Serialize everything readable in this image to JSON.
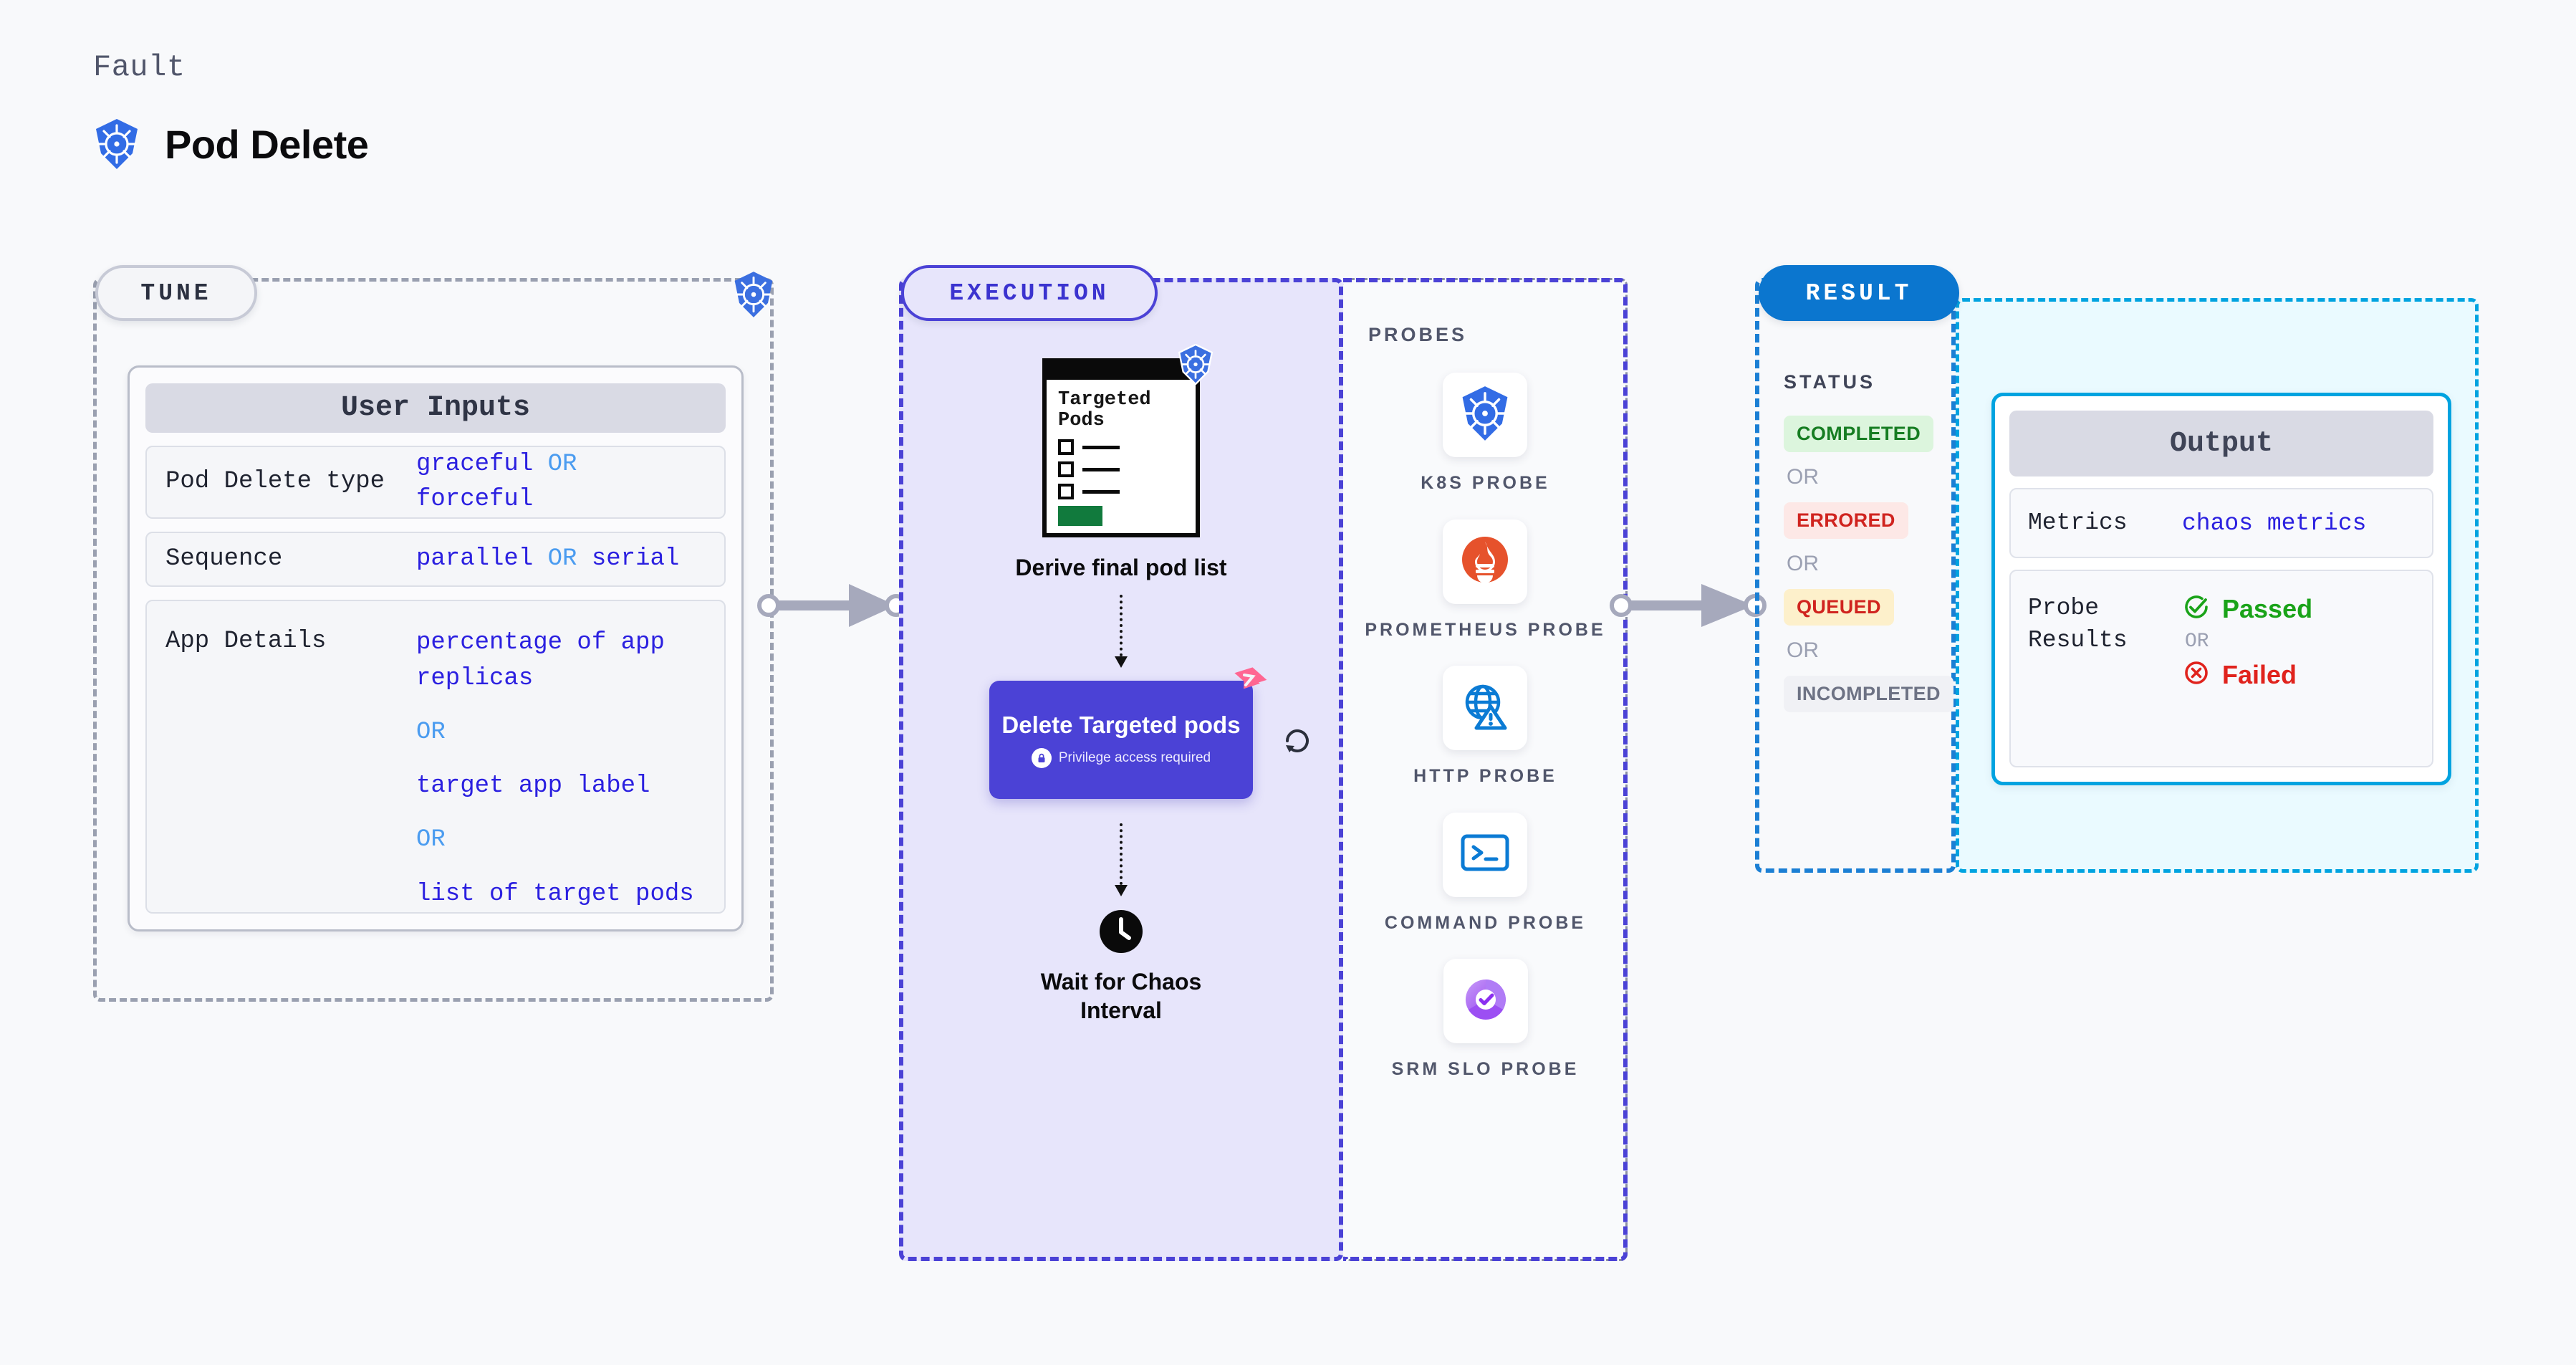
{
  "header": {
    "eyebrow": "Fault",
    "title": "Pod Delete",
    "icon": "kubernetes-icon"
  },
  "stages": {
    "tune": {
      "pill_label": "TUNE"
    },
    "execution": {
      "pill_label": "EXECUTION"
    },
    "result": {
      "pill_label": "RESULT"
    }
  },
  "tune": {
    "card_title": "User Inputs",
    "rows": [
      {
        "key": "Pod Delete type",
        "values": [
          "graceful",
          "forceful"
        ],
        "separator": "OR"
      },
      {
        "key": "Sequence",
        "values": [
          "parallel",
          "serial"
        ],
        "separator": "OR"
      },
      {
        "key": "App Details",
        "values": [
          "percentage of app replicas",
          "target app label",
          "list of target pods"
        ],
        "separator": "OR"
      }
    ]
  },
  "execution": {
    "pods_card": {
      "title": "Targeted Pods",
      "badge_icon": "kubernetes-icon",
      "checkbox_count": 3
    },
    "derive_caption": "Derive final pod list",
    "delete_node": {
      "title": "Delete Targeted pods",
      "privilege_note": "Privilege access required",
      "lock_icon": "lock-icon",
      "corner_icon": "harness-logo-icon",
      "loop_icon": "loop-refresh-icon"
    },
    "wait_node": {
      "caption": "Wait for Chaos Interval",
      "icon": "clock-icon"
    }
  },
  "probes": {
    "title": "PROBES",
    "items": [
      {
        "label": "K8S PROBE",
        "icon": "kubernetes-icon"
      },
      {
        "label": "PROMETHEUS PROBE",
        "icon": "prometheus-icon"
      },
      {
        "label": "HTTP PROBE",
        "icon": "globe-warning-icon"
      },
      {
        "label": "COMMAND PROBE",
        "icon": "terminal-icon"
      },
      {
        "label": "SRM SLO PROBE",
        "icon": "srm-slo-icon"
      }
    ]
  },
  "result": {
    "status_title": "STATUS",
    "separator": "OR",
    "statuses": [
      {
        "label": "COMPLETED",
        "tone": "success"
      },
      {
        "label": "ERRORED",
        "tone": "error"
      },
      {
        "label": "QUEUED",
        "tone": "warning"
      },
      {
        "label": "INCOMPLETED",
        "tone": "neutral"
      }
    ]
  },
  "output": {
    "card_title": "Output",
    "metrics_key": "Metrics",
    "metrics_value": "chaos metrics",
    "probe_key": "Probe Results",
    "probe_pass": "Passed",
    "probe_or": "OR",
    "probe_fail": "Failed"
  },
  "colors": {
    "page_bg": "#f8f9fb",
    "tune_dash": "#9aa0b0",
    "exec_accent": "#4b42d6",
    "exec_fill": "#e7e5fb",
    "result_accent": "#1b7fd4",
    "output_accent": "#00a3e0",
    "output_fill": "#eafaff",
    "mono_value": "#2b20e0",
    "or_blue": "#4b9cf0",
    "success": "#167d22",
    "error": "#d0241f",
    "warning_bg": "#fdf0cb",
    "kubernetes_blue": "#326ce5",
    "harness_pink": "#ff6692"
  }
}
